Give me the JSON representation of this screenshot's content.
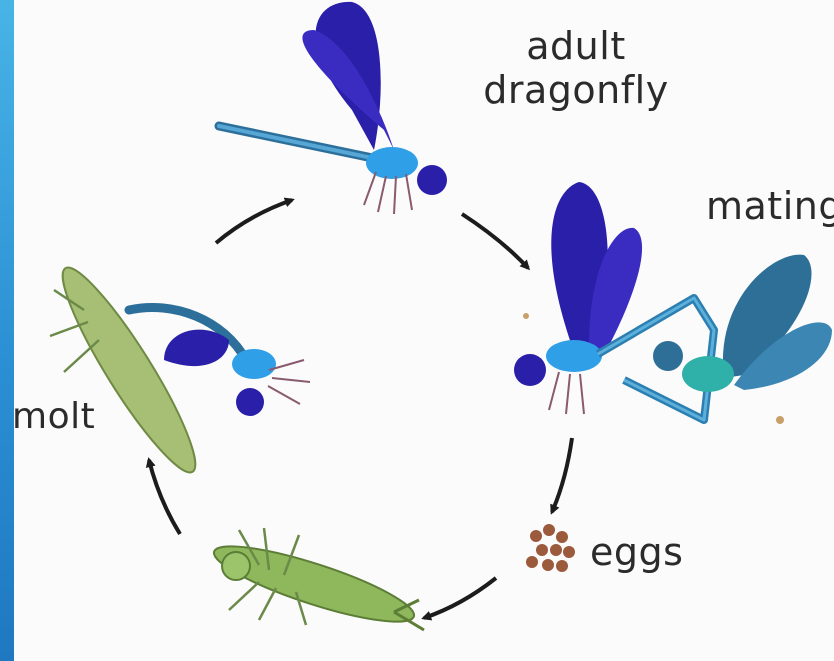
{
  "diagram": {
    "title_line1": "adult",
    "title_line2": "dragonfly",
    "stages": {
      "mating": "mating",
      "eggs": "eggs",
      "molt": "molt"
    },
    "colors": {
      "frame": "#2b8fd3",
      "wing_dark": "#2a1fa8",
      "wing_teal": "#2e6f98",
      "body_blue": "#2f9fe8",
      "nymph_green": "#8fb85c",
      "arrow": "#1c1c1c",
      "egg": "#9b5a3c"
    }
  }
}
